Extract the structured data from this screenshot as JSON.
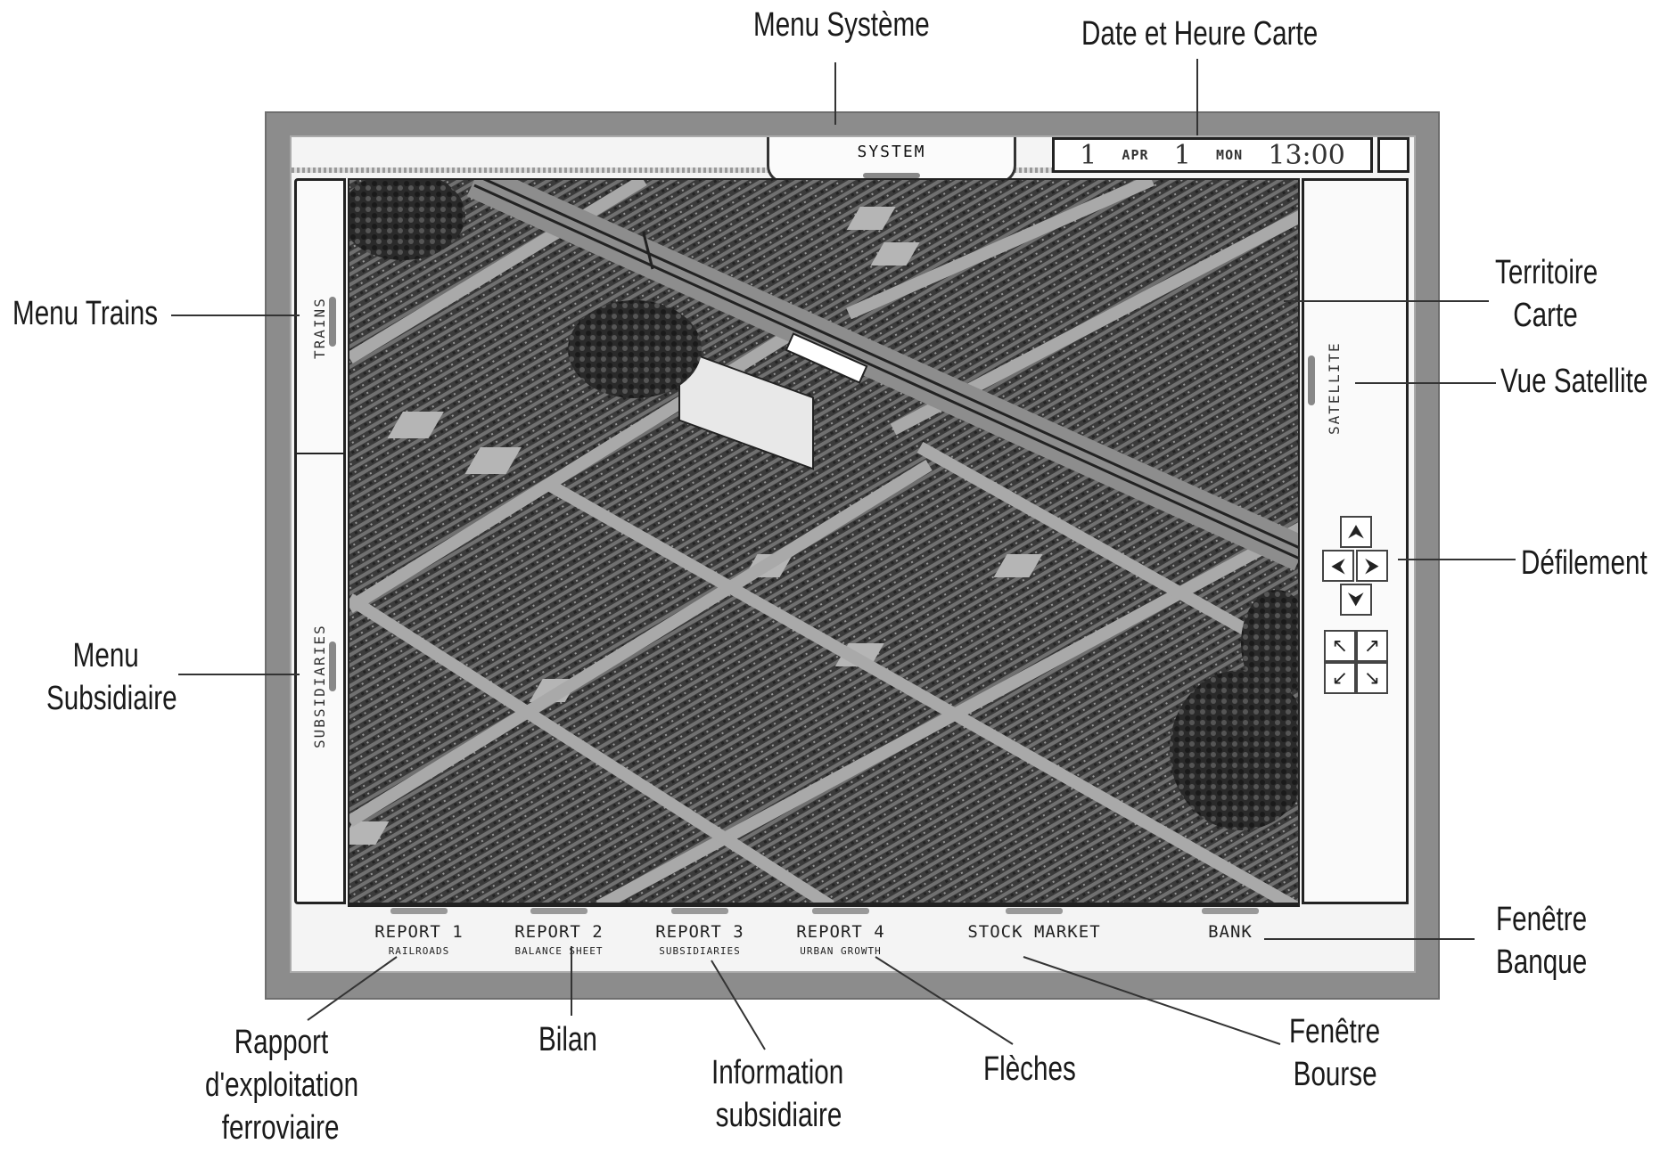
{
  "callouts": {
    "menu_systeme": "Menu Système",
    "date_heure": "Date et Heure Carte",
    "menu_trains": "Menu Trains",
    "menu_subsidiaire_1": "Menu",
    "menu_subsidiaire_2": "Subsidiaire",
    "territoire_1": "Territoire",
    "territoire_2": "Carte",
    "vue_satellite": "Vue Satellite",
    "defilement": "Défilement",
    "fenetre_banque_1": "Fenêtre",
    "fenetre_banque_2": "Banque",
    "rapport_1": "Rapport",
    "rapport_2": "d'exploitation",
    "rapport_3": "ferroviaire",
    "bilan": "Bilan",
    "info_sub_1": "Information",
    "info_sub_2": "subsidiaire",
    "fleches": "Flèches",
    "fenetre_bourse_1": "Fenêtre",
    "fenetre_bourse_2": "Bourse"
  },
  "game": {
    "system_label": "SYSTEM",
    "date": {
      "day": "1",
      "month": "APR",
      "year": "1",
      "weekday": "MON",
      "time": "13:00"
    },
    "left_menu": {
      "trains": "TRAINS",
      "subsidiaries": "SUBSIDIARIES"
    },
    "right_menu": {
      "satellite": "SATELLITE"
    },
    "scroll": {
      "up": "⮝",
      "left": "⮜",
      "right": "⮞",
      "down": "⮟",
      "nw": "↖",
      "ne": "↗",
      "sw": "↙",
      "se": "↘"
    },
    "reports": [
      {
        "title": "REPORT 1",
        "sub": "RAILROADS"
      },
      {
        "title": "REPORT 2",
        "sub": "BALANCE SHEET"
      },
      {
        "title": "REPORT 3",
        "sub": "SUBSIDIARIES"
      },
      {
        "title": "REPORT 4",
        "sub": "URBAN GROWTH"
      },
      {
        "title": "STOCK MARKET",
        "sub": ""
      },
      {
        "title": "BANK",
        "sub": ""
      }
    ]
  }
}
